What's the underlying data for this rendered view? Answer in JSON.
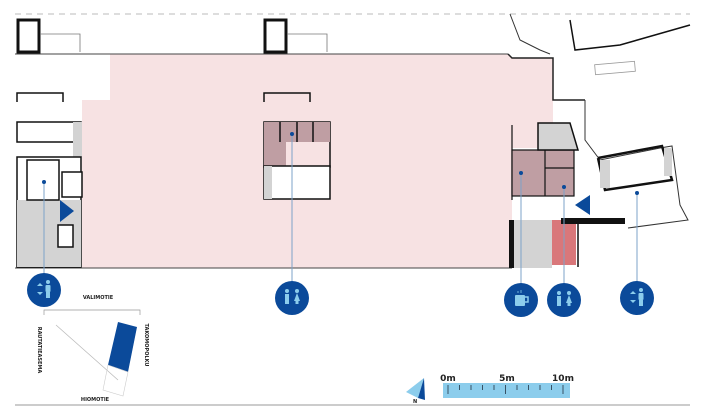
{
  "map": {
    "colors": {
      "floor_pink": "#f7e2e3",
      "room_mauve": "#bf9ea3",
      "room_red": "#d9777a",
      "gray": "#d3d3d3",
      "marker_blue": "#0b4a9a",
      "scale_blue": "#8ccdec",
      "leader_line": "#7da3c8"
    },
    "markers": [
      {
        "id": "elevator-left",
        "icon": "elevator-person-icon",
        "glyph": "⇅"
      },
      {
        "id": "toilets-center",
        "icon": "toilet-icon",
        "glyph": "🚻"
      },
      {
        "id": "cafe",
        "icon": "coffee-cup-icon",
        "glyph": "☕"
      },
      {
        "id": "toilets-right",
        "icon": "toilet-icon",
        "glyph": "🚻"
      },
      {
        "id": "elevator-right",
        "icon": "elevator-person-icon",
        "glyph": "⇅"
      }
    ],
    "entrances": [
      "entrance-arrow-west",
      "entrance-arrow-east"
    ]
  },
  "keymap": {
    "streets": {
      "top": "VALIMOTIE",
      "left": "RAUTATIEASEMA",
      "right": "TAKOMOPOLKU",
      "bottom": "HIOMOTIE"
    }
  },
  "compass": {
    "label": "N"
  },
  "scale": {
    "labels": [
      "0m",
      "5m",
      "10m"
    ],
    "max_m": 10,
    "ticks": 10
  }
}
